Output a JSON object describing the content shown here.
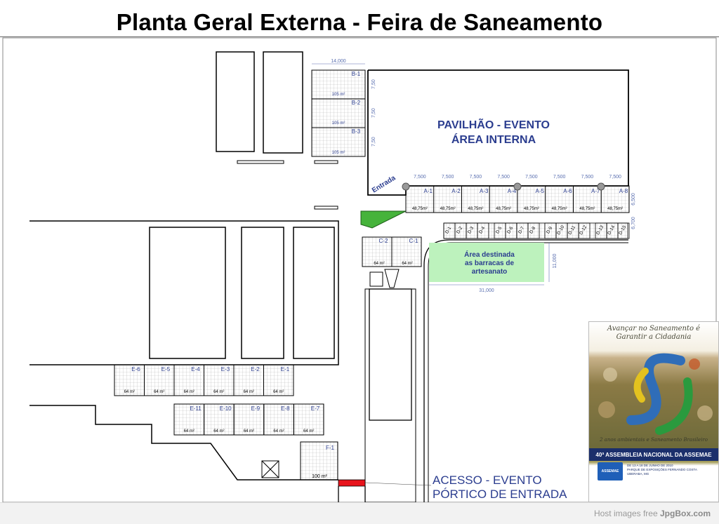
{
  "title": "Planta Geral Externa - Feira de Saneamento",
  "pavilion": {
    "line1": "PAVILHÃO - EVENTO",
    "line2": "ÁREA INTERNA",
    "entrance": "Entrada"
  },
  "dims": {
    "b_width": "14,000",
    "b_height": "7,50",
    "a_width": "7,500",
    "a_depth": "6,500",
    "d_depth": "6,700",
    "craft_width": "31,000",
    "craft_height": "11,000"
  },
  "stands": {
    "B": [
      {
        "label": "B-1",
        "area": "105 m²"
      },
      {
        "label": "B-2",
        "area": "105 m²"
      },
      {
        "label": "B-3",
        "area": "105 m²"
      }
    ],
    "A": [
      {
        "label": "A-1",
        "area": "48,75m²"
      },
      {
        "label": "A-2",
        "area": "48,75m²"
      },
      {
        "label": "A-3",
        "area": "48,75m²"
      },
      {
        "label": "A-4",
        "area": "48,75m²"
      },
      {
        "label": "A-5",
        "area": "48,75m²"
      },
      {
        "label": "A-6",
        "area": "48,75m²"
      },
      {
        "label": "A-7",
        "area": "48,75m²"
      },
      {
        "label": "A-8",
        "area": "48,75m²"
      }
    ],
    "D": [
      "D-1",
      "D-2",
      "D-3",
      "D-4",
      "D-5",
      "D-6",
      "D-7",
      "D-8",
      "D-9",
      "D-10",
      "D-11",
      "D-12",
      "D-13",
      "D-14",
      "D-15"
    ],
    "C": [
      {
        "label": "C-2",
        "area": "64 m²"
      },
      {
        "label": "C-1",
        "area": "64 m²"
      }
    ],
    "E_top": [
      {
        "label": "E-6",
        "area": "64 m²"
      },
      {
        "label": "E-5",
        "area": "64 m²"
      },
      {
        "label": "E-4",
        "area": "64 m²"
      },
      {
        "label": "E-3",
        "area": "64 m²"
      },
      {
        "label": "E-2",
        "area": "64 m²"
      },
      {
        "label": "E-1",
        "area": "64 m²"
      }
    ],
    "E_bottom": [
      {
        "label": "E-11",
        "area": "64 m²"
      },
      {
        "label": "E-10",
        "area": "64 m²"
      },
      {
        "label": "E-9",
        "area": "64 m²"
      },
      {
        "label": "E-8",
        "area": "64 m²"
      },
      {
        "label": "E-7",
        "area": "64 m²"
      }
    ],
    "F": {
      "label": "F-1",
      "area": "100 m²"
    }
  },
  "craft_area": {
    "line1": "Área destinada",
    "line2": "as barracas de",
    "line3": "artesanato"
  },
  "access": {
    "line1": "ACESSO - EVENTO",
    "line2": "PÓRTICO DE ENTRADA"
  },
  "poster": {
    "slogan_line1": "Avançar no Saneamento é",
    "slogan_line2": "Garantir a Cidadania",
    "subtitle": "2 anos ambientais e Saneamento Brasileiro",
    "assembly": "40ª ASSEMBLEIA NACIONAL DA ASSEMAE",
    "logo": "ASSEMAE",
    "info_line1": "DE 13 A 18 DE JUNHO DE 2010",
    "info_line2": "PARQUE DE EXPOSIÇÕES FERNANDO COSTA",
    "info_line3": "UBERABA, MG"
  },
  "footer": {
    "prefix": "Host images free",
    "brand": "JpgBox.com"
  },
  "colors": {
    "label_blue": "#2b3d8f",
    "craft_green": "#bdf2bd",
    "triangle_green": "#46b33b",
    "access_red": "#e8141c",
    "accent_dim": "#5a6fb0"
  }
}
